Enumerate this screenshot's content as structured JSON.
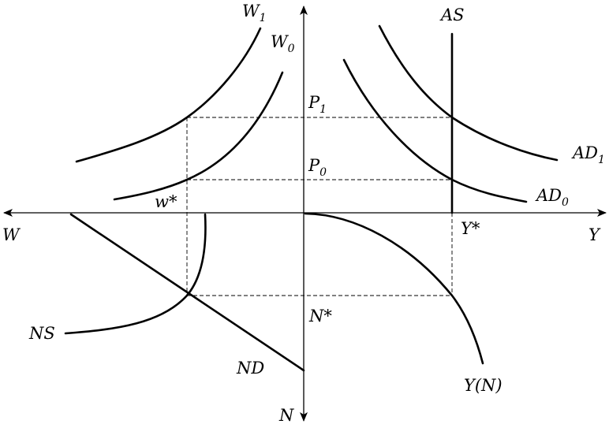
{
  "labels": {
    "w1": "W",
    "w1_sub": "1",
    "w0": "W",
    "w0_sub": "0",
    "as": "AS",
    "p1": "P",
    "p1_sub": "1",
    "p0": "P",
    "p0_sub": "0",
    "ad1": "AD",
    "ad1_sub": "1",
    "ad0": "AD",
    "ad0_sub": "0",
    "wstar": "w*",
    "w_axis": "W",
    "y_axis": "Y",
    "ystar": "Y*",
    "ns": "NS",
    "nstar": "N*",
    "nd": "ND",
    "yn": "Y(N)",
    "n_axis": "N"
  }
}
